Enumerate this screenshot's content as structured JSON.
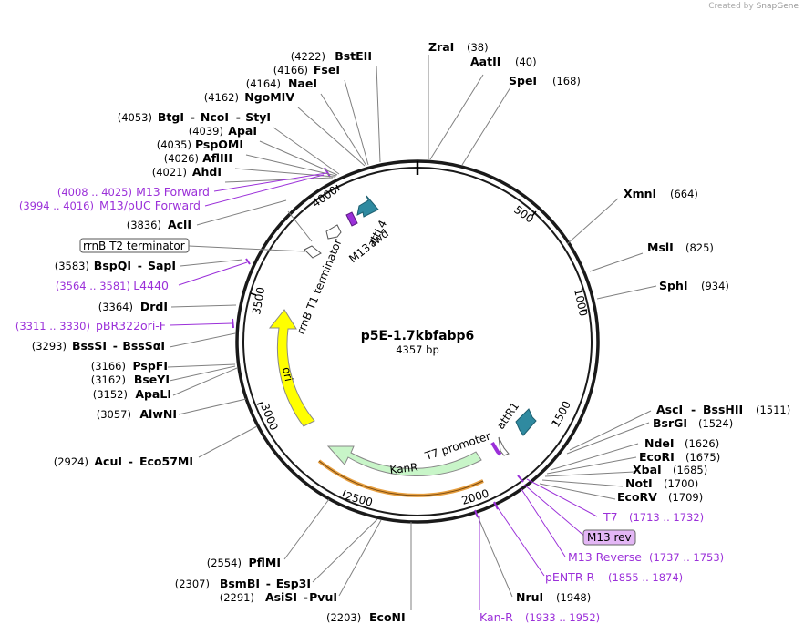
{
  "credit": {
    "prefix": "Created by",
    "brand": "SnapGene"
  },
  "plasmid": {
    "name": "p5E-1.7kbfabp6",
    "size": "4357 bp"
  },
  "ticks": [
    "500",
    "1000",
    "1500",
    "2000",
    "2500",
    "3000",
    "3500",
    "4000"
  ],
  "sites_right": [
    {
      "name": "ZraI",
      "pos": "(38)"
    },
    {
      "name": "AatII",
      "pos": "(40)"
    },
    {
      "name": "SpeI",
      "pos": "(168)"
    },
    {
      "name": "XmnI",
      "pos": "(664)"
    },
    {
      "name": "MslI",
      "pos": "(825)"
    },
    {
      "name": "SphI",
      "pos": "(934)"
    },
    {
      "name": "AscI",
      "sep": "-",
      "name2": "BssHII",
      "pos": "(1511)"
    },
    {
      "name": "BsrGI",
      "pos": "(1524)"
    },
    {
      "name": "NdeI",
      "pos": "(1626)"
    },
    {
      "name": "EcoRI",
      "pos": "(1675)"
    },
    {
      "name": "XbaI",
      "pos": "(1685)"
    },
    {
      "name": "NotI",
      "pos": "(1700)"
    },
    {
      "name": "EcoRV",
      "pos": "(1709)"
    },
    {
      "name": "NruI",
      "pos": "(1948)"
    },
    {
      "name": "EcoNI",
      "pos": "(2203)"
    }
  ],
  "primers_right": [
    {
      "name": "T7",
      "pos": "(1713 .. 1732)"
    },
    {
      "name": "M13 rev",
      "pos": ""
    },
    {
      "name": "M13 Reverse",
      "pos": "(1737 .. 1753)"
    },
    {
      "name": "pENTR-R",
      "pos": "(1855 .. 1874)"
    },
    {
      "name": "Kan-R",
      "pos": "(1933 .. 1952)"
    }
  ],
  "sites_left": [
    {
      "pos": "(4222)",
      "name": "BstEII"
    },
    {
      "pos": "(4166)",
      "name": "FseI"
    },
    {
      "pos": "(4164)",
      "name": "NaeI"
    },
    {
      "pos": "(4162)",
      "name": "NgoMIV"
    },
    {
      "pos": "(4053)",
      "name": "BtgI",
      "sep": "-",
      "name2": "NcoI",
      "sep2": "-",
      "name3": "StyI"
    },
    {
      "pos": "(4039)",
      "name": "ApaI"
    },
    {
      "pos": "(4035)",
      "name": "PspOMI"
    },
    {
      "pos": "(4026)",
      "name": "AflIII"
    },
    {
      "pos": "(4021)",
      "name": "AhdI"
    },
    {
      "pos": "(3836)",
      "name": "AclI"
    },
    {
      "pos": "(3583)",
      "name": "BspQI",
      "sep": "-",
      "name2": "SapI"
    },
    {
      "pos": "(3364)",
      "name": "DrdI"
    },
    {
      "pos": "(3293)",
      "name": "BssSI",
      "sep": "-",
      "name2": "BssSαI"
    },
    {
      "pos": "(3166)",
      "name": "PspFI"
    },
    {
      "pos": "(3162)",
      "name": "BseYI"
    },
    {
      "pos": "(3152)",
      "name": "ApaLI"
    },
    {
      "pos": "(3057)",
      "name": "AlwNI"
    },
    {
      "pos": "(2924)",
      "name": "AcuI",
      "sep": "-",
      "name2": "Eco57MI"
    },
    {
      "pos": "(2554)",
      "name": "PflMI"
    },
    {
      "pos": "(2307)",
      "name": "BsmBI",
      "sep": "-",
      "name2": "Esp3I"
    },
    {
      "pos": "(2291)",
      "name": "AsiSI",
      "sep": "-",
      "name2": "PvuI"
    }
  ],
  "primers_left": [
    {
      "pos": "(4008 .. 4025)",
      "name": "M13 Forward"
    },
    {
      "pos": "(3994 .. 4016)",
      "name": "M13/pUC Forward"
    },
    {
      "pos": "(3564 .. 3581)",
      "name": "L4440"
    },
    {
      "pos": "(3311 .. 3330)",
      "name": "pBR322ori-F"
    }
  ],
  "boxed_label": "rrnB T2 terminator",
  "features": {
    "attL4": "attL4",
    "m13fwd": "M13 fwd",
    "rrnB_T1": "rrnB T1 terminator",
    "ori": "ori",
    "attR1": "attR1",
    "t7": "T7 promoter",
    "kanR": "KanR"
  },
  "colors": {
    "primer": "#9b30d9",
    "ori": "#ffff00",
    "kanR": "#c8f5c8",
    "att": "#2f8aa0",
    "kan_orf": "#e8a040",
    "backbone": "#1a1a1a"
  }
}
